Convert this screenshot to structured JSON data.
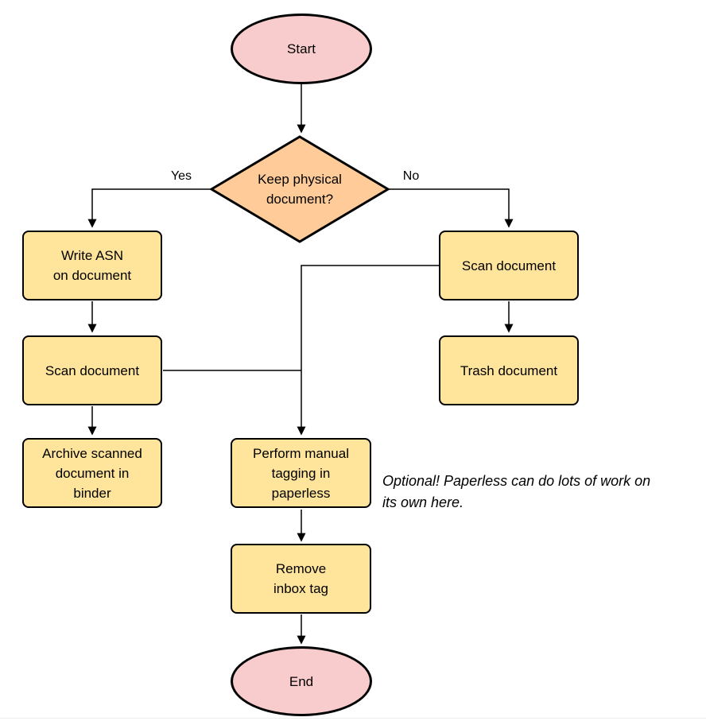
{
  "flowchart": {
    "nodes": {
      "start": {
        "label": "Start"
      },
      "decision": {
        "label": "Keep physical\ndocument?"
      },
      "write_asn": {
        "label": "Write ASN\non document"
      },
      "scan_left": {
        "label": "Scan document"
      },
      "archive": {
        "label": "Archive scanned\ndocument in\nbinder"
      },
      "scan_right": {
        "label": "Scan document"
      },
      "trash": {
        "label": "Trash document"
      },
      "tagging": {
        "label": "Perform manual\ntagging in\npaperless"
      },
      "remove_inbox": {
        "label": "Remove\ninbox tag"
      },
      "end": {
        "label": "End"
      }
    },
    "edge_labels": {
      "yes": "Yes",
      "no": "No"
    },
    "annotation": "Optional! Paperless can do lots of work on\nits own here.",
    "colors": {
      "terminator_fill": "#f8cccc",
      "decision_fill": "#ffcc99",
      "process_fill": "#ffe49c",
      "stroke": "#000000"
    }
  }
}
